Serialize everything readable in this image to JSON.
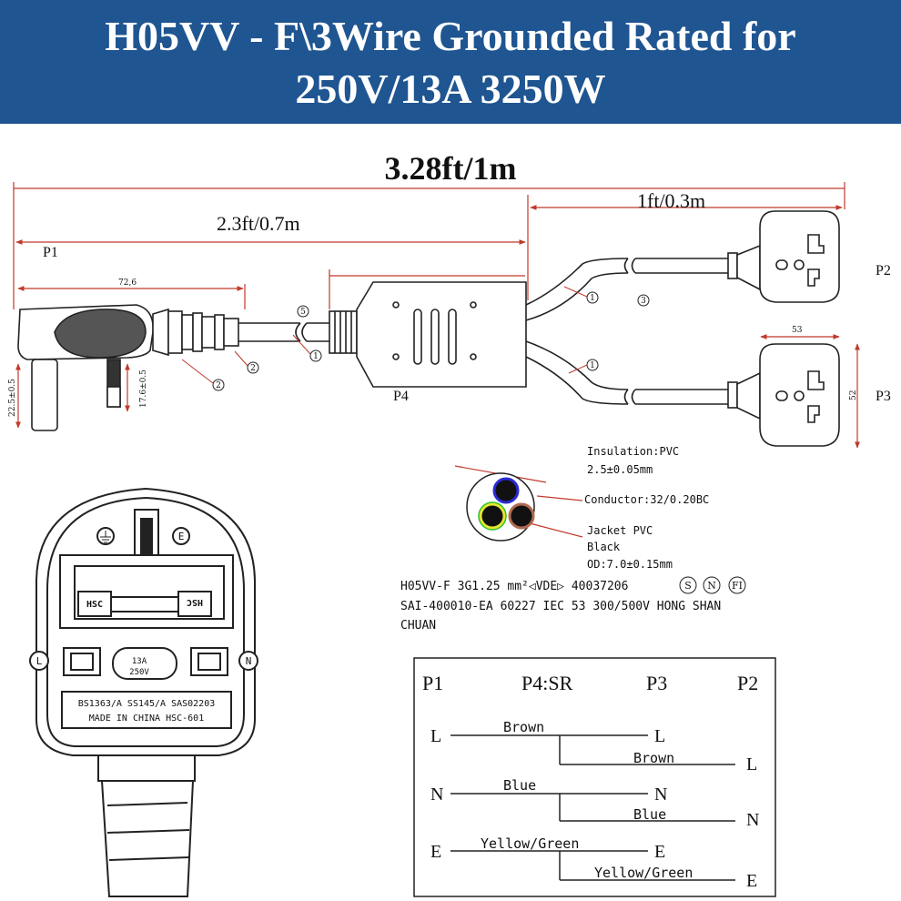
{
  "header": {
    "title_line1": "H05VV - F\\3Wire Grounded Rated for",
    "title_line2": "250V/13A  3250W",
    "banner_color": "#1f5591"
  },
  "dimensions": {
    "total_length": "3.28ft/1m",
    "main_cable_length": "2.3ft/0.7m",
    "branch_length": "1ft/0.3m",
    "plug_length": "72,6",
    "pin_height_1": "22.5±0.5",
    "pin_height_2": "17.6±0.5",
    "socket_width": "53",
    "socket_height": "52"
  },
  "labels": {
    "p1": "P1",
    "p2": "P2",
    "p3": "P3",
    "p4": "P4",
    "callout_1": "1",
    "callout_2": "2",
    "callout_3": "3",
    "callout_5": "5"
  },
  "plug_face": {
    "fuse_left": "HSC",
    "fuse_right": "HSC",
    "fuse_rating_1": "13A",
    "fuse_rating_2": "250V",
    "earth": "E",
    "live": "L",
    "neutral": "N",
    "standards": "BS1363/A SS145/A SAS02203",
    "made_in": "MADE IN CHINA   HSC-601"
  },
  "cable_spec": {
    "insulation": "Insulation:PVC",
    "insulation_thickness": "2.5±0.05mm",
    "conductor": "Conductor:32/0.20BC",
    "jacket": "Jacket PVC",
    "jacket_color": "Black",
    "od": "OD:7.0±0.15mm",
    "marking_line1": "H05VV-F  3G1.25 mm²◁VDE▷   40037206",
    "cert_s": "S",
    "cert_n": "N",
    "cert_fi": "FI",
    "marking_line2": "SAI-400010-EA 60227 IEC 53 300/500V HONG SHAN",
    "marking_line3": "CHUAN"
  },
  "wiring": {
    "header_p1": "P1",
    "header_p4": "P4:SR",
    "header_p3": "P3",
    "header_p2": "P2",
    "rows": [
      {
        "p1": "L",
        "wire": "Brown",
        "p3": "L",
        "wire2": "Brown",
        "p2": "L"
      },
      {
        "p1": "N",
        "wire": "Blue",
        "p3": "N",
        "wire2": "Blue",
        "p2": "N"
      },
      {
        "p1": "E",
        "wire": "Yellow/Green",
        "p3": "E",
        "wire2": "Yellow/Green",
        "p2": "E"
      }
    ]
  }
}
